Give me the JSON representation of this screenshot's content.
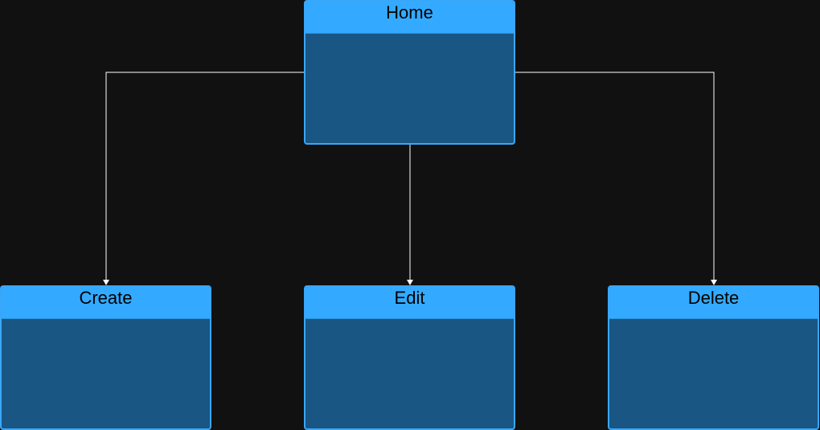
{
  "diagram": {
    "nodes": {
      "home": {
        "label": "Home"
      },
      "create": {
        "label": "Create"
      },
      "edit": {
        "label": "Edit"
      },
      "delete": {
        "label": "Delete"
      }
    },
    "edges": [
      {
        "from": "home",
        "to": "create"
      },
      {
        "from": "home",
        "to": "edit"
      },
      {
        "from": "home",
        "to": "delete"
      }
    ]
  },
  "colors": {
    "background": "#111111",
    "node_header": "#33aaff",
    "node_body": "#1a5684",
    "node_border": "#3aa6f7",
    "connector": "#ffffff"
  }
}
